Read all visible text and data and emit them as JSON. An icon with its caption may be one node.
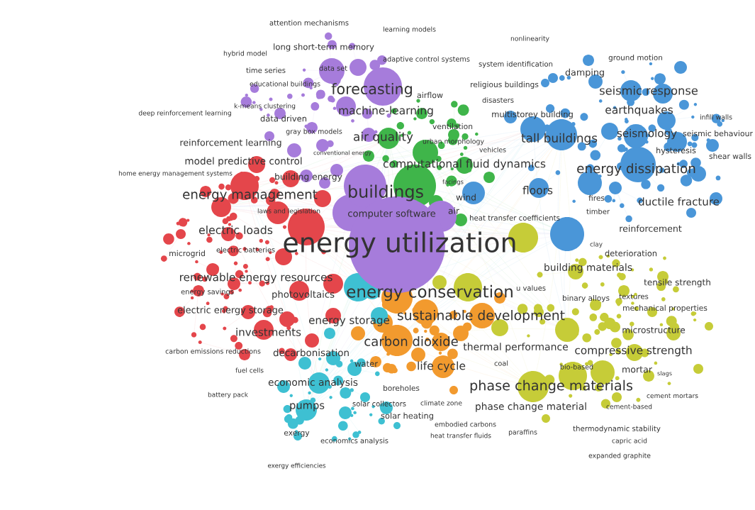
{
  "diagram": {
    "labels": [
      "attention mechanisms",
      "learning models",
      "nonlinearity",
      "long short-term memory",
      "hybrid model",
      "ground motion",
      "adaptive control systems",
      "system identification",
      "data set",
      "time series",
      "damping",
      "educational buildings",
      "religious buildings",
      "forecasting",
      "seismic response",
      "airflow",
      "disasters",
      "k-means clustering",
      "earthquakes",
      "machine-learning",
      "deep reinforcement learning",
      "multistorey building",
      "infill walls",
      "data driven",
      "ventilation",
      "gray box models",
      "seismic behaviour",
      "seismology",
      "air quality",
      "tall buildings",
      "urban morphology",
      "reinforcement learning",
      "vehicles",
      "hysteresis",
      "conventional energy",
      "shear walls",
      "model predictive control",
      "computational fluid dynamics",
      "energy dissipation",
      "home energy management systems",
      "building energy",
      "facings",
      "floors",
      "buildings",
      "energy management",
      "wind",
      "fires",
      "ductile fracture",
      "air",
      "timber",
      "laws and legislation",
      "computer software",
      "heat transfer coefficients",
      "reinforcement",
      "electric loads",
      "energy utilization",
      "clay",
      "electric batteries",
      "deterioration",
      "microgrid",
      "building materials",
      "renewable energy resources",
      "tensile strength",
      "u values",
      "energy savings",
      "energy conservation",
      "photovoltaics",
      "textures",
      "binary alloys",
      "mechanical properties",
      "electric energy storage",
      "sustainable development",
      "energy storage",
      "microstructure",
      "investments",
      "carbon dioxide",
      "thermal performance",
      "compressive strength",
      "carbon emissions reductions",
      "decarbonisation",
      "coal",
      "water",
      "life cycle",
      "bio-based",
      "mortar",
      "fuel cells",
      "slags",
      "economic analysis",
      "phase change materials",
      "boreholes",
      "battery pack",
      "cement mortars",
      "climate zone",
      "solar collectors",
      "cement-based",
      "pumps",
      "phase change material",
      "solar heating",
      "embodied carbons",
      "thermodynamic stability",
      "paraffins",
      "exergy",
      "heat transfer fluids",
      "economics analysis",
      "capric acid",
      "expanded graphite",
      "exergy efficiencies"
    ]
  }
}
